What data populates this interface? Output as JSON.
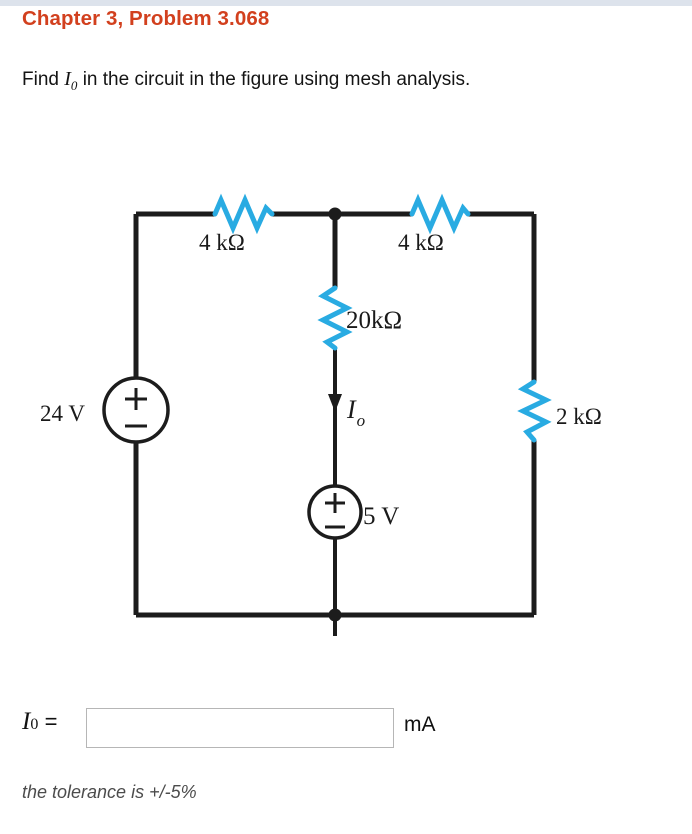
{
  "header": {
    "chapter_title": "Chapter 3, Problem 3.068"
  },
  "question": {
    "prefix": "Find ",
    "variable": "I",
    "variable_sub": "0",
    "suffix": " in the circuit in the figure using mesh analysis."
  },
  "circuit": {
    "colors": {
      "wire": "#1c1c1c",
      "resistor": "#29abe2",
      "label": "#1a1a1a"
    },
    "components": [
      {
        "id": "r-top-left",
        "type": "resistor",
        "label": "4 kΩ",
        "orientation": "horizontal"
      },
      {
        "id": "r-top-right",
        "type": "resistor",
        "label": "4 kΩ",
        "orientation": "horizontal"
      },
      {
        "id": "r-middle",
        "type": "resistor",
        "label": "20kΩ",
        "orientation": "vertical"
      },
      {
        "id": "r-right",
        "type": "resistor",
        "label": "2 kΩ",
        "orientation": "vertical"
      },
      {
        "id": "v-source-left",
        "type": "voltage-source",
        "label": "24 V",
        "plus": "+",
        "minus": "−"
      },
      {
        "id": "v-source-middle",
        "type": "voltage-source",
        "label": "5 V",
        "plus": "+",
        "minus": "−"
      }
    ],
    "current_label": {
      "symbol": "I",
      "subscript": "o",
      "direction": "down"
    }
  },
  "answer": {
    "symbol": "I",
    "subscript": "0",
    "equals": "=",
    "value": "",
    "placeholder": "",
    "unit": "mA"
  },
  "footer": {
    "tolerance_note": "the tolerance is +/-5%"
  }
}
